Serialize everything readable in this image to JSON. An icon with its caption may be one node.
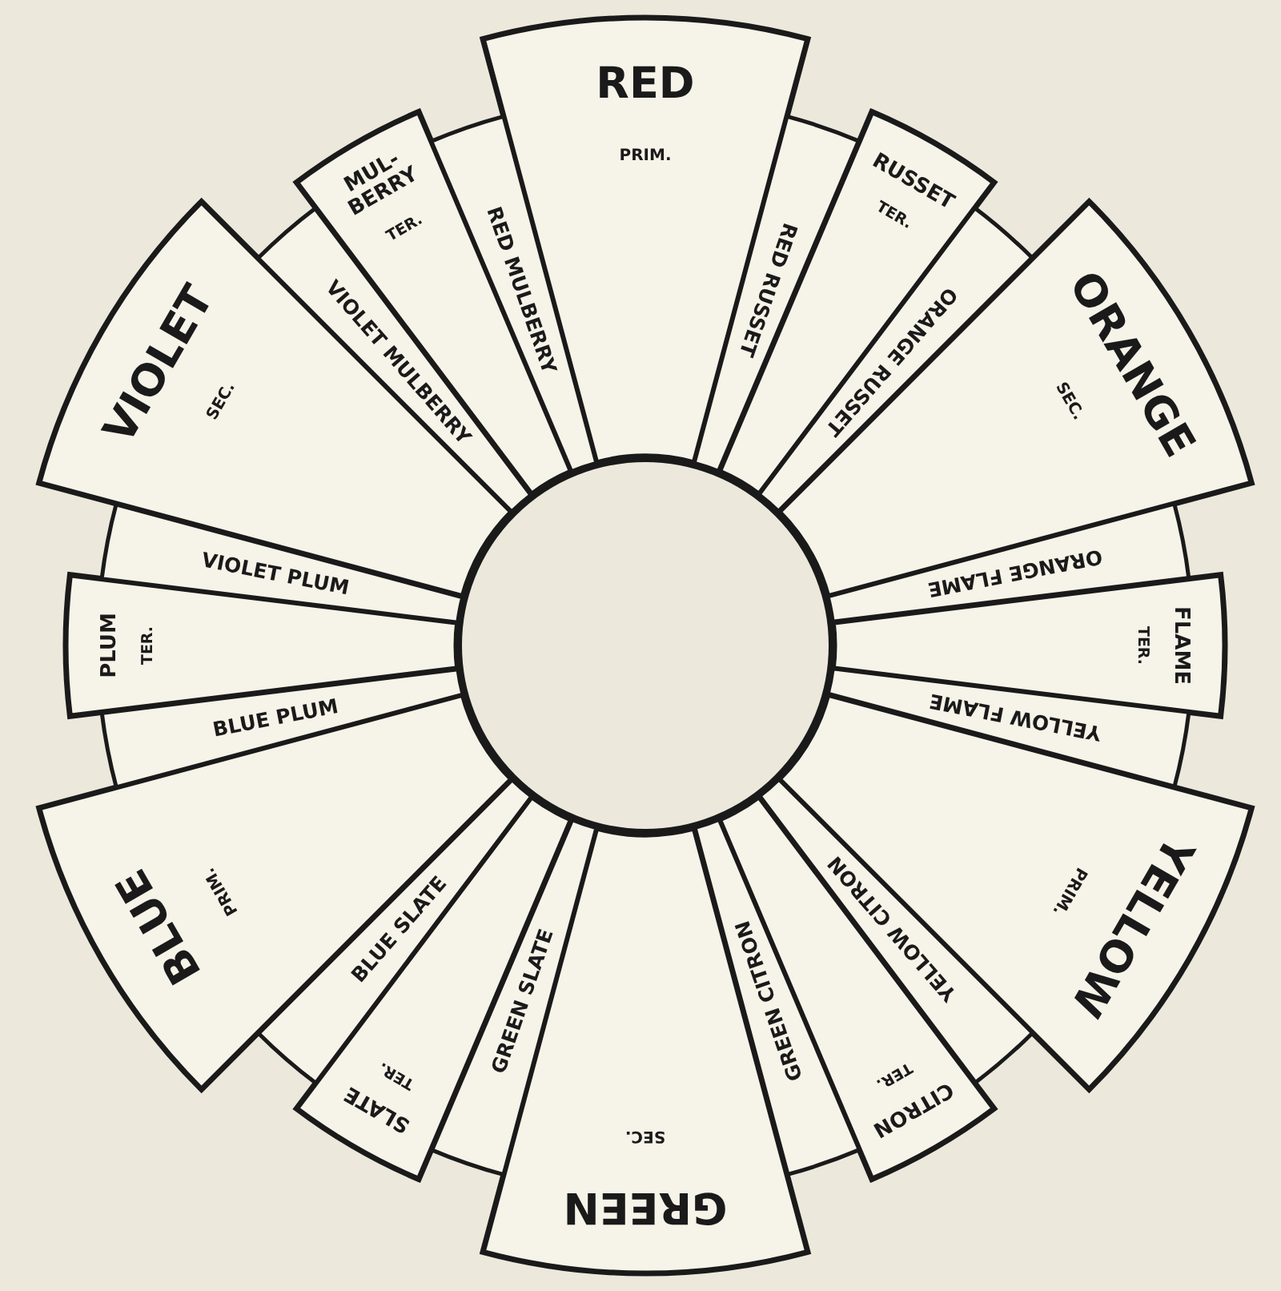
{
  "diagram": {
    "nodes": [
      {
        "text": [
          "RED",
          "PRIM."
        ]
      },
      {
        "text": [
          "RED RUSSET"
        ]
      },
      {
        "text": [
          "RUSSET",
          "TER."
        ]
      },
      {
        "text": [
          "ORANGE RUSSET"
        ]
      },
      {
        "text": [
          "ORANGE",
          "SEC."
        ]
      },
      {
        "text": [
          "ORANGE FLAME"
        ]
      },
      {
        "text": [
          "FLAME",
          "TER."
        ]
      },
      {
        "text": [
          "YELLOW FLAME"
        ]
      },
      {
        "text": [
          "YELLOW",
          "PRIM."
        ]
      },
      {
        "text": [
          "YELLOW CITRON"
        ]
      },
      {
        "text": [
          "CITRON",
          "TER."
        ]
      },
      {
        "text": [
          "GREEN CITRON"
        ]
      },
      {
        "text": [
          "GREEN",
          "SEC."
        ]
      },
      {
        "text": [
          "GREEN SLATE"
        ]
      },
      {
        "text": [
          "SLATE",
          "TER."
        ]
      },
      {
        "text": [
          "BLUE SLATE"
        ]
      },
      {
        "text": [
          "BLUE",
          "PRIM."
        ]
      },
      {
        "text": [
          "BLUE PLUM"
        ]
      },
      {
        "text": [
          "PLUM",
          "TER."
        ]
      },
      {
        "text": [
          "VIOLET PLUM"
        ]
      },
      {
        "text": [
          "VIOLET",
          "SEC."
        ]
      },
      {
        "text": [
          "VIOLET MULBERRY"
        ]
      },
      {
        "text": [
          "MUL-BERRY",
          "TER."
        ]
      },
      {
        "text": [
          "RED MULBERRY"
        ]
      },
      {
        "text": [],
        "shape": "circle"
      }
    ]
  }
}
